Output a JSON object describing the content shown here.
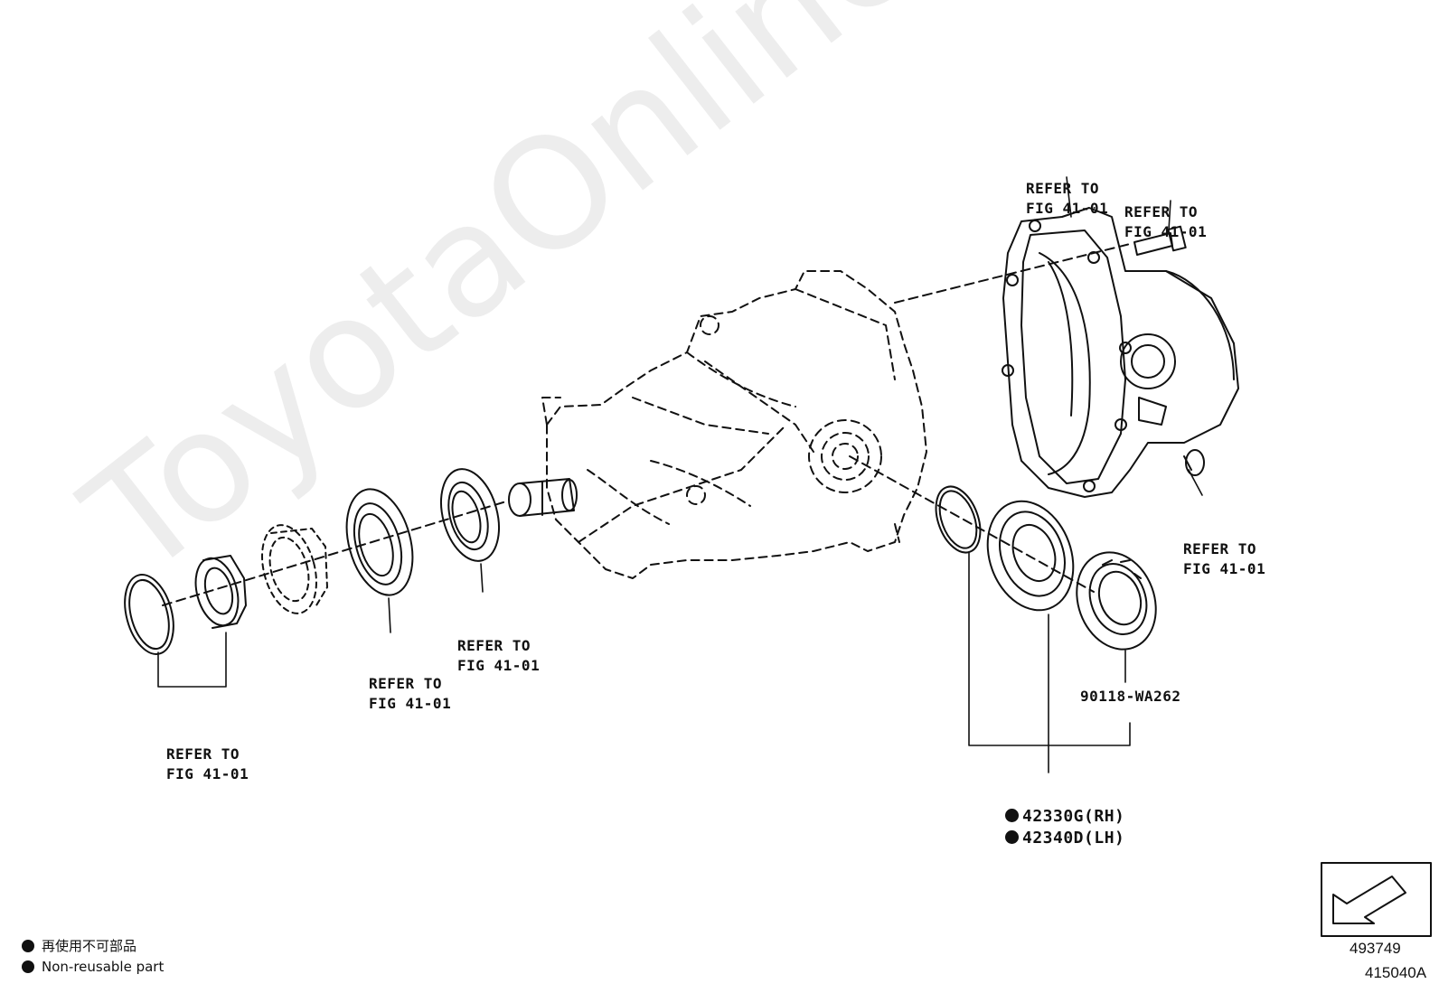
{
  "watermark": "ToyotaOnline.ru",
  "labels": {
    "refer_top_left": [
      "REFER TO",
      "FIG 41-01"
    ],
    "refer_top_right": [
      "REFER TO",
      "FIG 41-01"
    ],
    "refer_plug": [
      "REFER TO",
      "FIG 41-01"
    ],
    "refer_seal_a": [
      "REFER TO",
      "FIG 41-01"
    ],
    "refer_seal_b": [
      "REFER TO",
      "FIG 41-01"
    ],
    "refer_nut_group": [
      "REFER TO",
      "FIG 41-01"
    ],
    "part_90118": "90118-WA262",
    "part_42330": "42330G(RH)",
    "part_42340": "42340D(LH)"
  },
  "legend": {
    "jp": "再使用不可部品",
    "en": "Non-reusable part"
  },
  "figure_ref": "493749",
  "figure_code": "415040A"
}
